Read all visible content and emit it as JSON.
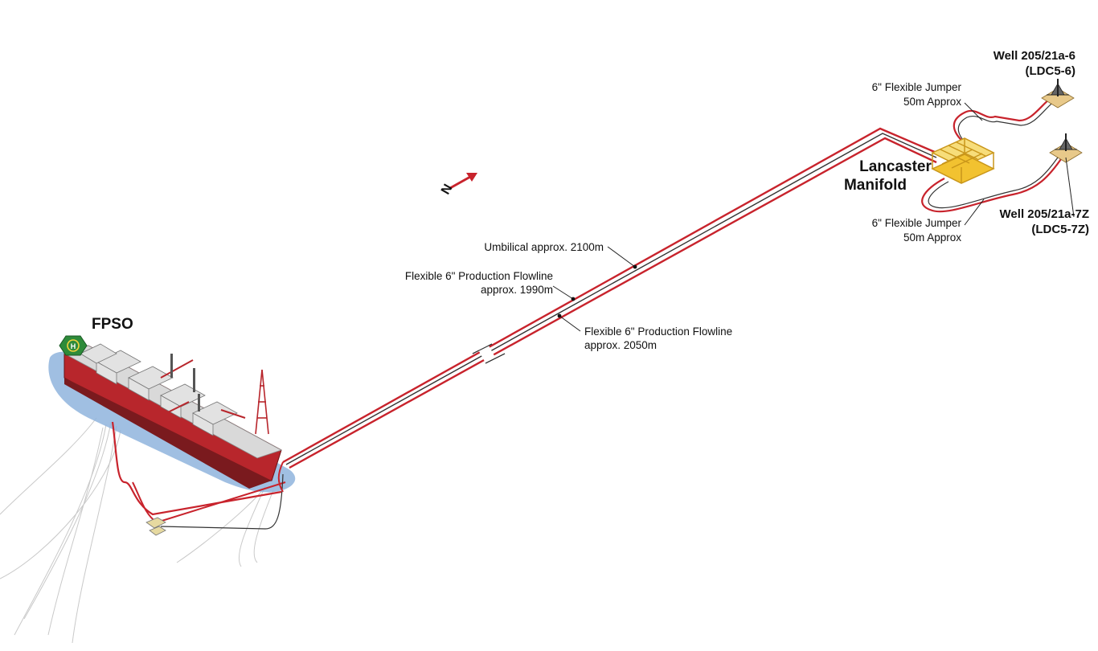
{
  "labels": {
    "fpso": "FPSO",
    "manifold_line1": "Lancaster",
    "manifold_line2": "Manifold",
    "well1_line1": "Well 205/21a-6",
    "well1_line2": "(LDC5-6)",
    "well2_line1": "Well 205/21a-7Z",
    "well2_line2": "(LDC5-7Z)",
    "jumper1_line1": "6\" Flexible Jumper",
    "jumper1_line2": "50m Approx",
    "jumper2_line1": "6\" Flexible Jumper",
    "jumper2_line2": "50m Approx",
    "umbilical": "Umbilical approx. 2100m",
    "flowline1_line1": "Flexible 6\" Production Flowline",
    "flowline1_line2": "approx. 1990m",
    "flowline2_line1": "Flexible 6\" Production Flowline",
    "flowline2_line2": "approx. 2050m",
    "north": "N",
    "helipad": "H"
  },
  "colors": {
    "flowline_red": "#c8232c",
    "umbilical_dark": "#333333",
    "hull_red": "#b8262c",
    "water_blue": "#8fb4dd",
    "manifold_yellow": "#f2c230",
    "helipad_green": "#2e8b3a"
  },
  "icons": {
    "north_arrow": "north-arrow-icon",
    "helipad": "helipad-icon",
    "wellhead": "wellhead-icon",
    "manifold": "manifold-icon",
    "fpso": "fpso-vessel-icon"
  }
}
